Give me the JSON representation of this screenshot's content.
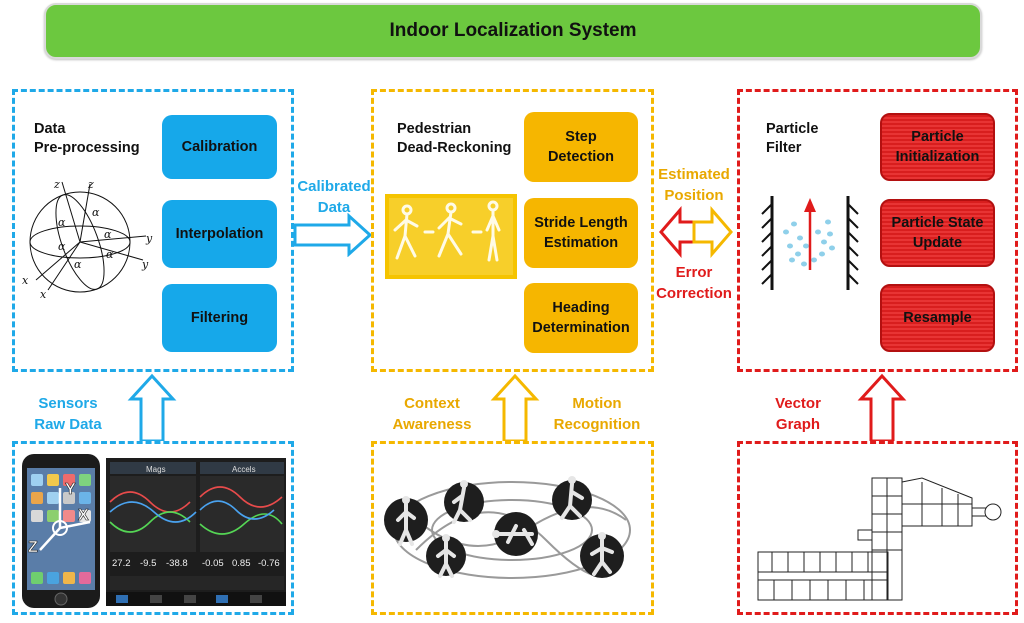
{
  "title": "Indoor Localization System",
  "preprocessing": {
    "title_line1": "Data",
    "title_line2": "Pre-processing",
    "boxes": [
      "Calibration",
      "Interpolation",
      "Filtering"
    ],
    "axis_labels": {
      "za": "z",
      "zp": "z",
      "ya": "y",
      "yp": "y",
      "xp": "x",
      "xa": "x"
    },
    "greek": {
      "azz": "α",
      "axy": "α",
      "ayz": "α",
      "axz": "α",
      "ayx": "α",
      "axx": "α",
      "ayy": "α"
    }
  },
  "pdr": {
    "title_line1": "Pedestrian",
    "title_line2": "Dead-Reckoning",
    "boxes": [
      {
        "line1": "Step",
        "line2": "Detection"
      },
      {
        "line1": "Stride Length",
        "line2": "Estimation"
      },
      {
        "line1": "Heading",
        "line2": "Determination"
      }
    ]
  },
  "particle": {
    "title_line1": "Particle",
    "title_line2": "Filter",
    "boxes": [
      {
        "line1": "Particle",
        "line2": "Initialization"
      },
      {
        "line1": "Particle State",
        "line2": "Update"
      },
      {
        "line1": "Resample",
        "line2": ""
      }
    ]
  },
  "labels": {
    "calibrated_1": "Calibrated",
    "calibrated_2": "Data",
    "estimated_1": "Estimated",
    "estimated_2": "Position",
    "error_1": "Error",
    "error_2": "Correction",
    "sensors_1": "Sensors",
    "sensors_2": "Raw Data",
    "context_1": "Context",
    "context_2": "Awareness",
    "motion_1": "Motion",
    "motion_2": "Recognition",
    "vector_1": "Vector",
    "vector_2": "Graph"
  },
  "phone": {
    "axis_y": "Y",
    "axis_x": "X",
    "axis_z": "Z",
    "panel1_title": "Mags",
    "panel2_title": "Accels",
    "values1": [
      "27.2",
      "-9.5",
      "-38.8"
    ],
    "values2": [
      "-0.05",
      "0.85",
      "-0.76"
    ]
  },
  "colors": {
    "title_green": "#6cc83f",
    "blue": "#1fa9e8",
    "orange": "#f5b800",
    "red": "#e01b1b"
  }
}
